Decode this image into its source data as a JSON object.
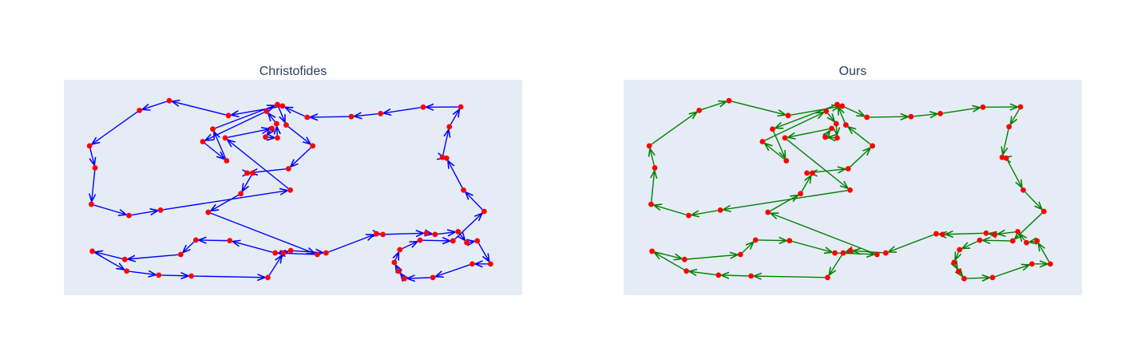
{
  "chart_data": [
    {
      "type": "scatter",
      "title": "Christofides",
      "mode": "lines+markers+arrows",
      "line_color": "#0000ff",
      "marker_color": "#ff0000",
      "plot_bg": "#e5ecf6",
      "grid": false,
      "xlim": [
        0,
        1
      ],
      "ylim": [
        0,
        1
      ],
      "points": [
        [
          0.23,
          0.903
        ],
        [
          0.359,
          0.834
        ],
        [
          0.165,
          0.858
        ],
        [
          0.056,
          0.693
        ],
        [
          0.068,
          0.591
        ],
        [
          0.06,
          0.422
        ],
        [
          0.142,
          0.37
        ],
        [
          0.211,
          0.395
        ],
        [
          0.494,
          0.488
        ],
        [
          0.352,
          0.73
        ],
        [
          0.454,
          0.774
        ],
        [
          0.44,
          0.734
        ],
        [
          0.466,
          0.73
        ],
        [
          0.464,
          0.796
        ],
        [
          0.442,
          0.854
        ],
        [
          0.303,
          0.713
        ],
        [
          0.355,
          0.624
        ],
        [
          0.325,
          0.771
        ],
        [
          0.466,
          0.885
        ],
        [
          0.485,
          0.79
        ],
        [
          0.543,
          0.693
        ],
        [
          0.49,
          0.587
        ],
        [
          0.4,
          0.567
        ],
        [
          0.412,
          0.567
        ],
        [
          0.386,
          0.471
        ],
        [
          0.315,
          0.385
        ],
        [
          0.553,
          0.189
        ],
        [
          0.461,
          0.196
        ],
        [
          0.362,
          0.253
        ],
        [
          0.288,
          0.256
        ],
        [
          0.255,
          0.189
        ],
        [
          0.133,
          0.166
        ],
        [
          0.062,
          0.204
        ],
        [
          0.137,
          0.112
        ],
        [
          0.207,
          0.093
        ],
        [
          0.278,
          0.089
        ],
        [
          0.445,
          0.082
        ],
        [
          0.479,
          0.196
        ],
        [
          0.495,
          0.207
        ],
        [
          0.572,
          0.196
        ],
        [
          0.682,
          0.285
        ],
        [
          0.696,
          0.282
        ],
        [
          0.791,
          0.288
        ],
        [
          0.81,
          0.282
        ],
        [
          0.86,
          0.295
        ],
        [
          0.879,
          0.244
        ],
        [
          0.902,
          0.252
        ],
        [
          0.931,
          0.145
        ],
        [
          0.891,
          0.145
        ],
        [
          0.805,
          0.082
        ],
        [
          0.743,
          0.077
        ],
        [
          0.731,
          0.111
        ],
        [
          0.721,
          0.152
        ],
        [
          0.733,
          0.211
        ],
        [
          0.777,
          0.255
        ],
        [
          0.849,
          0.252
        ],
        [
          0.917,
          0.389
        ],
        [
          0.872,
          0.488
        ],
        [
          0.835,
          0.636
        ],
        [
          0.826,
          0.64
        ],
        [
          0.841,
          0.782
        ],
        [
          0.866,
          0.874
        ],
        [
          0.784,
          0.873
        ],
        [
          0.691,
          0.843
        ],
        [
          0.627,
          0.829
        ],
        [
          0.531,
          0.826
        ],
        [
          0.477,
          0.878
        ]
      ]
    },
    {
      "type": "scatter",
      "title": "Ours",
      "mode": "lines+markers+arrows",
      "line_color": "#008000",
      "marker_color": "#ff0000",
      "plot_bg": "#e5ecf6",
      "grid": false,
      "xlim": [
        0,
        1
      ],
      "ylim": [
        0,
        1
      ],
      "points": [
        [
          0.23,
          0.903
        ],
        [
          0.359,
          0.834
        ],
        [
          0.165,
          0.858
        ],
        [
          0.056,
          0.693
        ],
        [
          0.068,
          0.591
        ],
        [
          0.06,
          0.422
        ],
        [
          0.142,
          0.37
        ],
        [
          0.211,
          0.395
        ],
        [
          0.494,
          0.488
        ],
        [
          0.352,
          0.73
        ],
        [
          0.454,
          0.774
        ],
        [
          0.44,
          0.734
        ],
        [
          0.466,
          0.73
        ],
        [
          0.464,
          0.796
        ],
        [
          0.442,
          0.854
        ],
        [
          0.303,
          0.713
        ],
        [
          0.355,
          0.624
        ],
        [
          0.325,
          0.771
        ],
        [
          0.466,
          0.885
        ],
        [
          0.485,
          0.79
        ],
        [
          0.543,
          0.693
        ],
        [
          0.49,
          0.587
        ],
        [
          0.4,
          0.567
        ],
        [
          0.412,
          0.567
        ],
        [
          0.386,
          0.471
        ],
        [
          0.315,
          0.385
        ],
        [
          0.553,
          0.189
        ],
        [
          0.461,
          0.196
        ],
        [
          0.362,
          0.253
        ],
        [
          0.288,
          0.256
        ],
        [
          0.255,
          0.189
        ],
        [
          0.133,
          0.166
        ],
        [
          0.062,
          0.204
        ],
        [
          0.137,
          0.112
        ],
        [
          0.207,
          0.093
        ],
        [
          0.278,
          0.089
        ],
        [
          0.445,
          0.082
        ],
        [
          0.479,
          0.196
        ],
        [
          0.495,
          0.207
        ],
        [
          0.572,
          0.196
        ],
        [
          0.682,
          0.285
        ],
        [
          0.696,
          0.282
        ],
        [
          0.791,
          0.288
        ],
        [
          0.81,
          0.282
        ],
        [
          0.86,
          0.295
        ],
        [
          0.879,
          0.244
        ],
        [
          0.902,
          0.252
        ],
        [
          0.931,
          0.145
        ],
        [
          0.891,
          0.145
        ],
        [
          0.805,
          0.082
        ],
        [
          0.743,
          0.077
        ],
        [
          0.731,
          0.111
        ],
        [
          0.721,
          0.152
        ],
        [
          0.733,
          0.211
        ],
        [
          0.777,
          0.255
        ],
        [
          0.849,
          0.252
        ],
        [
          0.917,
          0.389
        ],
        [
          0.872,
          0.488
        ],
        [
          0.835,
          0.636
        ],
        [
          0.826,
          0.64
        ],
        [
          0.841,
          0.782
        ],
        [
          0.866,
          0.874
        ],
        [
          0.784,
          0.873
        ],
        [
          0.691,
          0.843
        ],
        [
          0.627,
          0.829
        ],
        [
          0.531,
          0.826
        ],
        [
          0.477,
          0.878
        ]
      ]
    }
  ],
  "tours": {
    "christofides": [
      0,
      2,
      3,
      4,
      5,
      6,
      7,
      8,
      9,
      10,
      11,
      12,
      13,
      14,
      15,
      16,
      17,
      18,
      19,
      20,
      21,
      22,
      23,
      24,
      25,
      26,
      27,
      28,
      29,
      30,
      31,
      32,
      33,
      34,
      35,
      36,
      37,
      38,
      39,
      40,
      41,
      42,
      43,
      44,
      45,
      46,
      47,
      48,
      49,
      50,
      51,
      52,
      53,
      54,
      55,
      56,
      57,
      58,
      59,
      60,
      61,
      62,
      63,
      64,
      65,
      66,
      1,
      0
    ],
    "ours": [
      0,
      1,
      66,
      65,
      64,
      63,
      62,
      61,
      60,
      59,
      58,
      57,
      56,
      55,
      54,
      53,
      52,
      51,
      50,
      49,
      48,
      47,
      46,
      45,
      44,
      43,
      42,
      41,
      40,
      39,
      38,
      37,
      36,
      35,
      34,
      33,
      32,
      31,
      30,
      29,
      28,
      27,
      26,
      25,
      24,
      23,
      22,
      21,
      20,
      19,
      18,
      17,
      16,
      15,
      14,
      13,
      12,
      11,
      10,
      9,
      8,
      7,
      6,
      5,
      4,
      3,
      2,
      0
    ]
  }
}
